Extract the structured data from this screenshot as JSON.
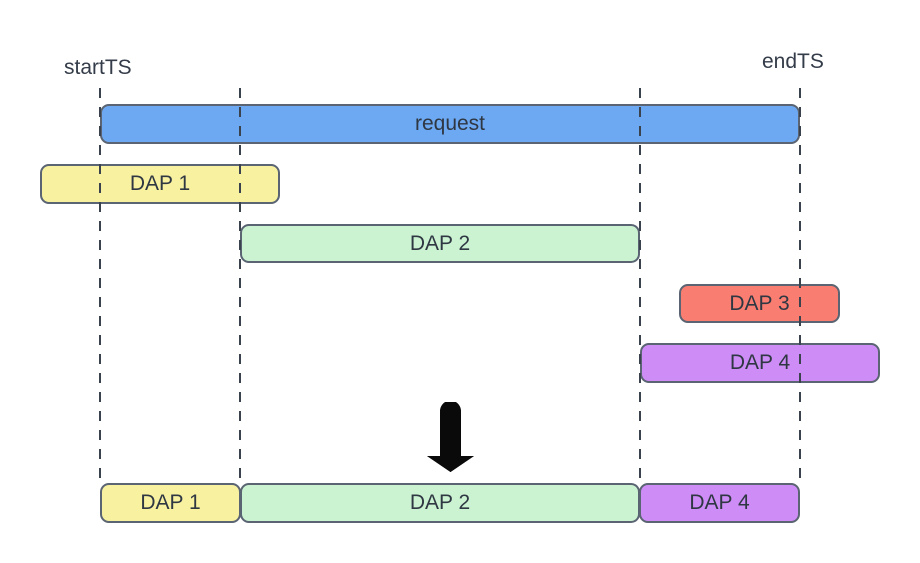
{
  "timeline": {
    "start_label": "startTS",
    "end_label": "endTS"
  },
  "request_bar": {
    "label": "request"
  },
  "dap_bars": [
    {
      "label": "DAP 1"
    },
    {
      "label": "DAP 2"
    },
    {
      "label": "DAP 3"
    },
    {
      "label": "DAP 4"
    }
  ],
  "result_bars": [
    {
      "label": "DAP 1"
    },
    {
      "label": "DAP 2"
    },
    {
      "label": "DAP 4"
    }
  ],
  "icons": {
    "arrow": "down-arrow"
  },
  "colors": {
    "request_fill": "#6DA9F2",
    "dap1_fill": "#F8F1A0",
    "dap2_fill": "#CBF3D1",
    "dap3_fill": "#F97E71",
    "dap4_fill": "#CE8CF6",
    "bar_border": "#5A6472",
    "gridline": "#3A424E",
    "label_text": "#2F3743",
    "arrow_fill": "#0A0A0A"
  }
}
